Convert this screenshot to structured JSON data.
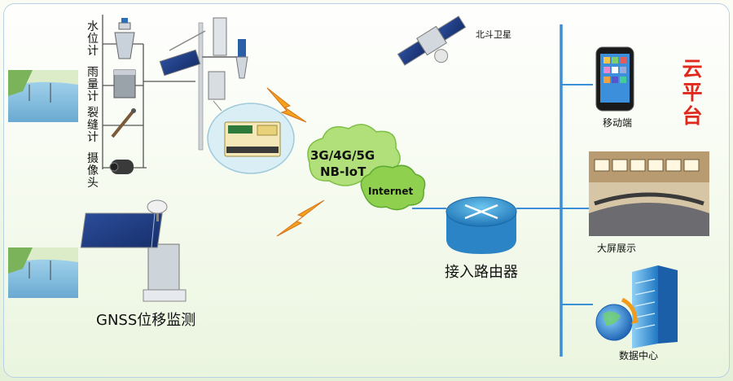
{
  "sensors": {
    "water_level": "水位计",
    "rain_gauge": "雨量计",
    "crack_meter": "裂缝计",
    "camera": "摄像头"
  },
  "network": {
    "line1": "3G/4G/5G",
    "line2": "NB-IoT",
    "internet": "Internet"
  },
  "satellite_label": "北斗卫星",
  "gnss_label": "GNSS位移监测",
  "router_label": "接入路由器",
  "cloud_platform": "云平台",
  "endpoints": {
    "mobile": "移动端",
    "big_screen": "大屏展示",
    "data_center": "数据中心"
  },
  "colors": {
    "bus_line": "#3a8fd6",
    "cloud_platform_text": "#e0281c",
    "network_cloud": "#8fd14f",
    "lightning": "#f2a21b"
  }
}
